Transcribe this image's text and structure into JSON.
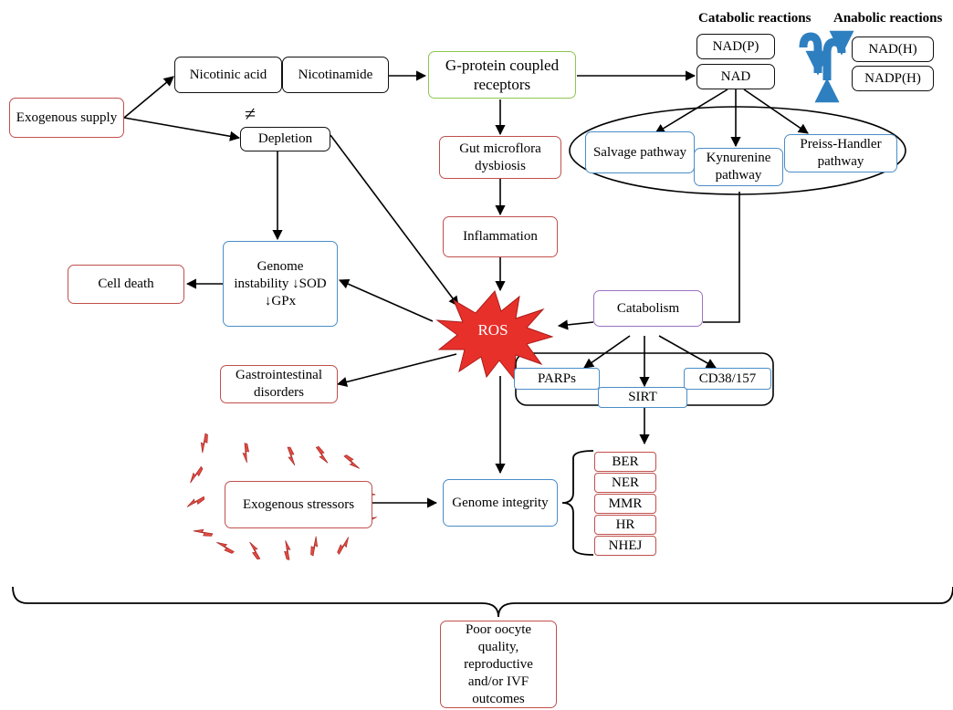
{
  "headers": {
    "catabolic": "Catabolic reactions",
    "anabolic": "Anabolic reactions"
  },
  "nodes": {
    "exogenous_supply": "Exogenous supply",
    "nicotinic_acid": "Nicotinic acid",
    "nicotinamide": "Nicotinamide",
    "gpcr": "G-protein coupled receptors",
    "nadp": "NAD(P)",
    "nad": "NAD",
    "nadh": "NAD(H)",
    "nadph": "NADP(H)",
    "depletion": "Depletion",
    "not_equal": "≠",
    "gut": "Gut microflora dysbiosis",
    "salvage": "Salvage pathway",
    "kynurenine": "Kynurenine pathway",
    "preiss": "Preiss-Handler pathway",
    "inflammation": "Inflammation",
    "genome_instability": "Genome instability ↓SOD ↓GPx",
    "cell_death": "Cell death",
    "ros": "ROS",
    "catabolism": "Catabolism",
    "gi_disorders": "Gastrointestinal disorders",
    "parps": "PARPs",
    "sirt": "SIRT",
    "cd38": "CD38/157",
    "exogenous_stressors": "Exogenous stressors",
    "genome_integrity": "Genome integrity",
    "outcome": "Poor oocyte quality, reproductive and/or IVF outcomes"
  },
  "repair": [
    "BER",
    "NER",
    "MMR",
    "HR",
    "NHEJ"
  ],
  "colors": {
    "red": "#c0504d",
    "blue": "#4a8dc8",
    "green": "#8ec653",
    "purple": "#9b72c0",
    "ros_fill": "#e8302b",
    "cycle_arrow": "#2e7fc0"
  }
}
